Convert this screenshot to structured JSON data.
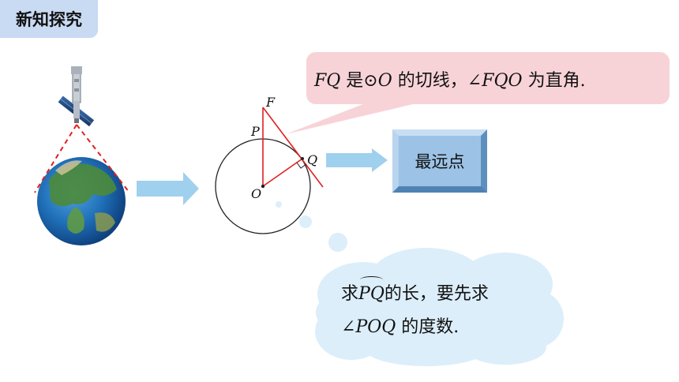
{
  "section_tag": "新知探究",
  "callout": {
    "seg1": "FQ",
    "seg2": " 是⊙",
    "seg3": "O",
    "seg4": " 的切线，∠",
    "seg5": "FQO",
    "seg6": " 为直角."
  },
  "button_label": "最远点",
  "diagram_labels": {
    "F": "F",
    "P": "P",
    "Q": "Q",
    "O": "O"
  },
  "cloud": {
    "l1_a": "求",
    "l1_arc": "PQ",
    "l1_b": "的长，要先求",
    "l2_a": "∠",
    "l2_b": "POQ",
    "l2_c": " 的度数."
  },
  "colors": {
    "tag_bg": "#c9daf3",
    "callout_bg": "#f7d3d8",
    "arrow": "#9fd0ee",
    "button": "#9cc3e6",
    "cloud": "#dceefa",
    "red_line": "#e02020"
  }
}
